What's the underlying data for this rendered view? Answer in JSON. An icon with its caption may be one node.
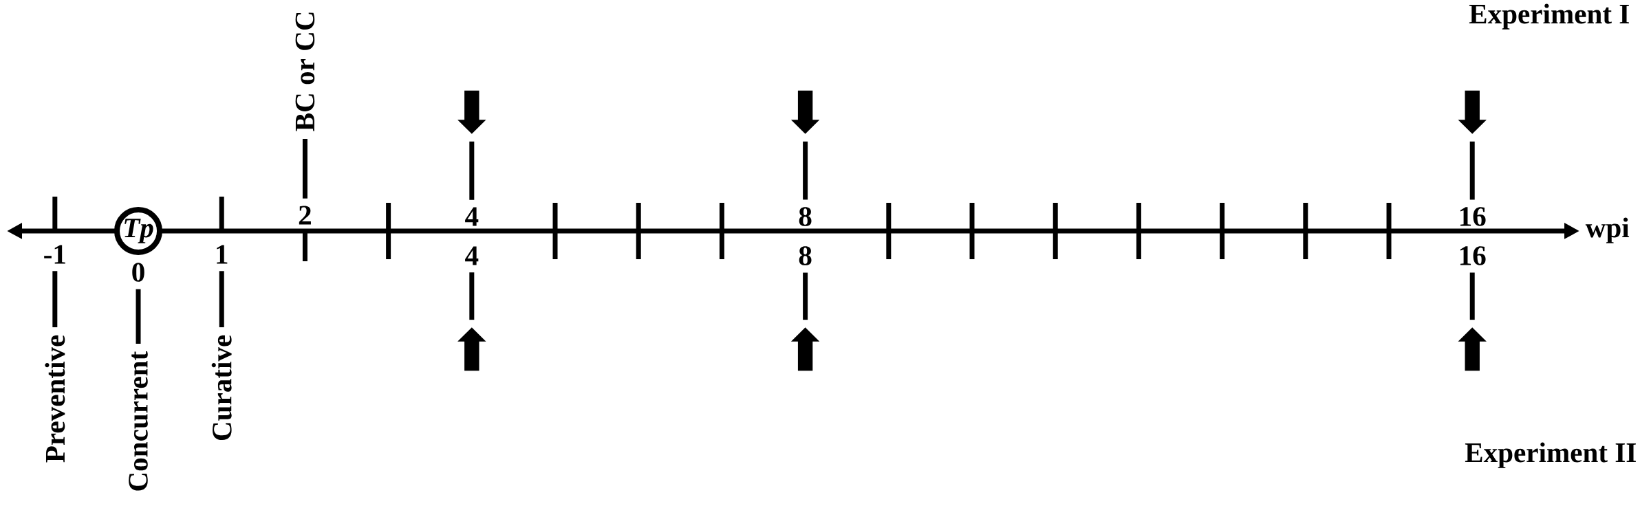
{
  "diagram": {
    "nodes": [
      {
        "text": [
          "-1"
        ]
      },
      {
        "text": [
          "Preventive"
        ]
      },
      {
        "text": [
          "Tp"
        ]
      },
      {
        "text": [
          "0"
        ]
      },
      {
        "text": [
          "Concurrent"
        ]
      },
      {
        "text": [
          "1"
        ]
      },
      {
        "text": [
          "Curative"
        ]
      },
      {
        "text": [
          "BC or CC"
        ]
      },
      {
        "text": [
          "2"
        ]
      },
      {
        "text": [],
        "shape": "arrow"
      },
      {
        "text": [
          "4"
        ]
      },
      {
        "text": [
          "4"
        ]
      },
      {
        "text": [],
        "shape": "arrow"
      },
      {
        "text": [],
        "shape": "arrow"
      },
      {
        "text": [
          "8"
        ]
      },
      {
        "text": [
          "8"
        ]
      },
      {
        "text": [],
        "shape": "arrow"
      },
      {
        "text": [],
        "shape": "arrow"
      },
      {
        "text": [
          "16"
        ]
      },
      {
        "text": [
          "16"
        ]
      },
      {
        "text": [],
        "shape": "arrow"
      }
    ],
    "edges": [
      {
        "from": 1,
        "to": 0,
        "arrow": "none"
      },
      {
        "from": 4,
        "to": 3,
        "arrow": "none"
      },
      {
        "from": 6,
        "to": 5,
        "arrow": "none"
      },
      {
        "from": 7,
        "to": 8,
        "arrow": "none"
      },
      {
        "from": 9,
        "to": 10,
        "arrow": "none"
      },
      {
        "from": 12,
        "to": 11,
        "arrow": "none"
      },
      {
        "from": 13,
        "to": 14,
        "arrow": "none"
      },
      {
        "from": 16,
        "to": 15,
        "arrow": "none"
      },
      {
        "from": 17,
        "to": 18,
        "arrow": "none"
      },
      {
        "from": 20,
        "to": 19,
        "arrow": "none"
      }
    ],
    "labels": [
      "Experiment I",
      "wpi",
      "Experiment II"
    ]
  }
}
